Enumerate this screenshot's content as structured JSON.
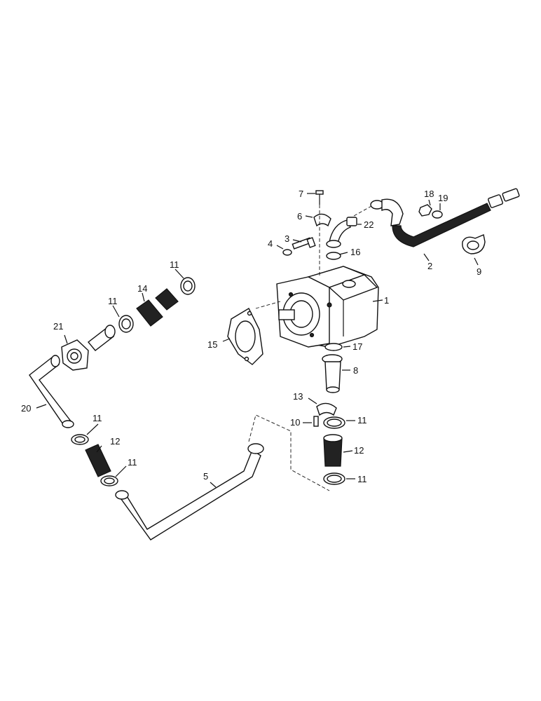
{
  "callouts": {
    "c1": "1",
    "c2": "2",
    "c3": "3",
    "c4": "4",
    "c5": "5",
    "c6": "6",
    "c7": "7",
    "c8": "8",
    "c9": "9",
    "c10": "10",
    "c11a": "11",
    "c11b": "11",
    "c11c": "11",
    "c11d": "11",
    "c11e": "11",
    "c11f": "11",
    "c12a": "12",
    "c12b": "12",
    "c13": "13",
    "c14": "14",
    "c15": "15",
    "c16": "16",
    "c17": "17",
    "c18": "18",
    "c19": "19",
    "c20": "20",
    "c21": "21",
    "c22": "22"
  }
}
